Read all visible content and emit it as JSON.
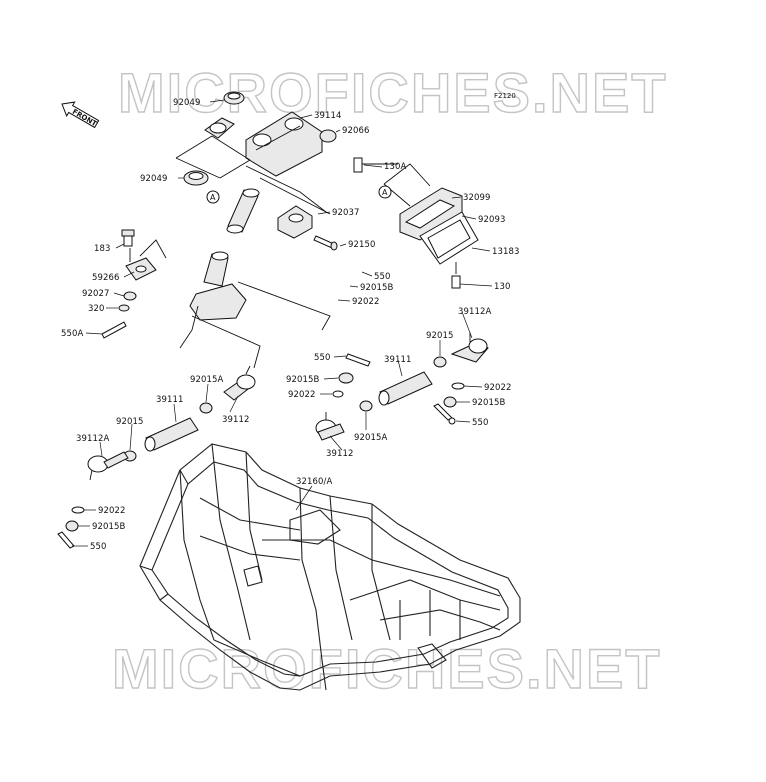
{
  "diagram": {
    "figure_code": "F2120",
    "front_label": "FRONT",
    "reference_marker": "A",
    "watermark": "MICROFICHES.NET",
    "labels": {
      "92049_top": "92049",
      "92049_mid": "92049",
      "39114": "39114",
      "92066": "92066",
      "130A": "130A",
      "32099": "32099",
      "92093": "92093",
      "13183": "13183",
      "130": "130",
      "92037": "92037",
      "92150": "92150",
      "550_top": "550",
      "92015B_top": "92015B",
      "92022_top": "92022",
      "183": "183",
      "59266": "59266",
      "92027": "92027",
      "320": "320",
      "550A": "550A",
      "39112A_right": "39112A",
      "92015_right": "92015",
      "550_mid": "550",
      "39111_right": "39111",
      "92015B_mid": "92015B",
      "92022_mid": "92022",
      "92022_right": "92022",
      "92015B_right": "92015B",
      "550_right": "550",
      "39112_right": "39112",
      "92015A_right": "92015A",
      "92015A_left": "92015A",
      "39111_left": "39111",
      "39112_left": "39112",
      "92015_left": "92015",
      "39112A_left": "39112A",
      "32160A": "32160/A",
      "92022_left": "92022",
      "92015B_left": "92015B",
      "550_left": "550"
    }
  }
}
